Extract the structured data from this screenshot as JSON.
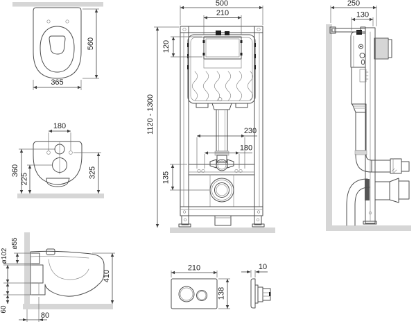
{
  "title": "Installation drawing — wall-hung WC with concealed cistern frame and flush plate",
  "colors": {
    "line": "#4d4d4d",
    "light_line": "#8a8a8a",
    "wall_fill": "#d6d6d6",
    "dim_text": "#222222",
    "dark_fill": "#1f1f1f"
  },
  "views": {
    "toilet_top": {
      "label": "toilet top view",
      "dims": {
        "height": "560",
        "width": "365"
      }
    },
    "toilet_rear": {
      "label": "toilet rear view",
      "dims": {
        "bolt_spacing": "180",
        "height_left": "360",
        "outlet_center": "225",
        "height_right": "325"
      }
    },
    "toilet_side": {
      "label": "toilet side view",
      "dims": {
        "flush_inlet_dia": "ø55",
        "outlet_dia": "ø102",
        "seat_height": "410",
        "bottom_gap": "60",
        "wall_offset": "80"
      }
    },
    "frame_front": {
      "label": "installation frame front view",
      "dims": {
        "width": "500",
        "access_width": "210",
        "access_height": "120",
        "height_range": "1120 - 1300",
        "fixing_span_outer": "230",
        "fixing_span_inner": "180",
        "outlet_drop": "135"
      }
    },
    "frame_side": {
      "label": "installation frame side view",
      "dims": {
        "depth_total": "250",
        "depth_frame": "130"
      }
    },
    "plate_front": {
      "label": "flush plate front view",
      "dims": {
        "width": "210",
        "height": "138"
      }
    },
    "plate_side": {
      "label": "flush plate side view",
      "dims": {
        "thickness": "10"
      }
    }
  }
}
